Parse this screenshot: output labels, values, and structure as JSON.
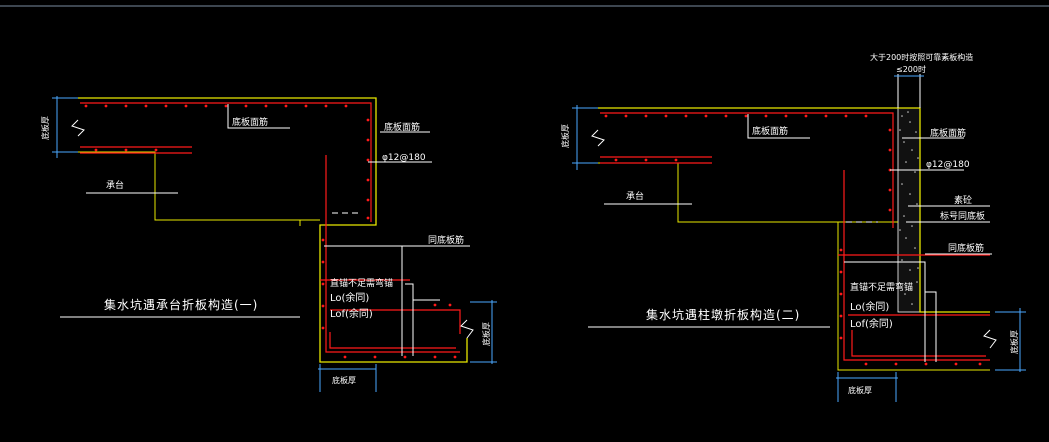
{
  "colors": {
    "background": "#000000",
    "outline": "#e8e800",
    "rebar": "#ff1a1a",
    "leader": "#ffffff",
    "dimension": "#4aa8ff",
    "frame": "#7a8ca0"
  },
  "left": {
    "label_slab_top_rebar": "底板面筋",
    "label_slab_bottom_rebar": "底板面筋",
    "label_spacing": "φ12@180",
    "label_cap": "承台",
    "label_same_slab": "同底板筋",
    "label_straight_anchor": "直锚不足需弯锚",
    "label_lo": "Lo(余同)",
    "label_lof": "Lof(余同)",
    "label_dim_left": "底板厚",
    "label_dim_right": "底板厚",
    "label_dim_bottom": "底板厚",
    "title": "集水坑遇承台折板构造(一)"
  },
  "right": {
    "note_top": "大于200时按照可靠素板构造",
    "note_top2": "≤200时",
    "label_slab_top_rebar": "底板面筋",
    "label_slab_bottom_rebar": "底板面筋",
    "label_spacing": "φ12@180",
    "label_cap": "承台",
    "label_infill": "素砼",
    "label_same_grade": "标号同底板",
    "label_same_slab": "同底板筋",
    "label_straight_anchor": "直锚不足需弯锚",
    "label_lo": "Lo(余同)",
    "label_lof": "Lof(余同)",
    "label_dim_left": "底板厚",
    "label_dim_right": "底板厚",
    "label_dim_bottom": "底板厚",
    "title": "集水坑遇柱墩折板构造(二)"
  }
}
